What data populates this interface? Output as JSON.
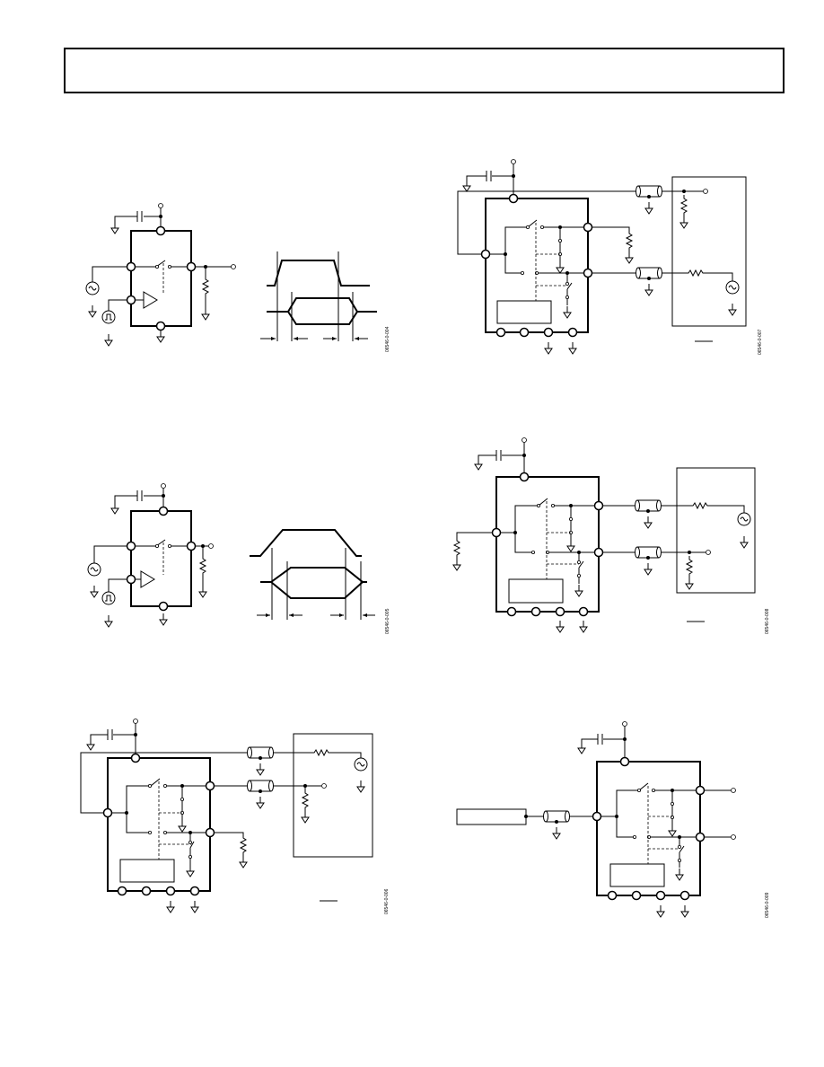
{
  "figure_ids": {
    "fig_a": "06546-0-004",
    "fig_b": "06546-0-005",
    "fig_c": "06546-0-006",
    "fig_d": "06546-0-007",
    "fig_e": "06546-0-008",
    "fig_f": "06546-0-009"
  }
}
